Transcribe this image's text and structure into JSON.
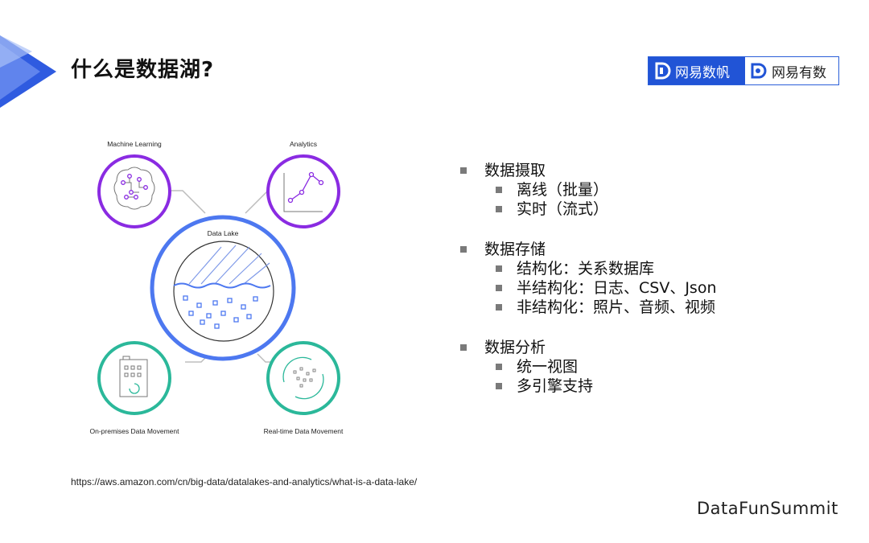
{
  "title": "什么是数据湖?",
  "logos": {
    "left_text": "网易数帆",
    "right_text": "网易有数"
  },
  "diagram": {
    "center_label": "Data Lake",
    "top_left_label": "Machine Learning",
    "top_right_label": "Analytics",
    "bottom_left_label": "On-premises Data Movement",
    "bottom_right_label": "Real-time Data Movement",
    "colors": {
      "purple": "#8a2be2",
      "blue": "#4d78f0",
      "teal": "#2bb89a"
    }
  },
  "bullets": [
    {
      "label": "数据摄取",
      "items": [
        "离线（批量）",
        "实时（流式）"
      ]
    },
    {
      "label": "数据存储",
      "items": [
        "结构化：关系数据库",
        "半结构化：日志、CSV、Json",
        "非结构化：照片、音频、视频"
      ]
    },
    {
      "label": "数据分析",
      "items": [
        "统一视图",
        "多引擎支持"
      ]
    }
  ],
  "source_url": "https://aws.amazon.com/cn/big-data/datalakes-and-analytics/what-is-a-data-lake/",
  "brand": "DataFunSummit"
}
